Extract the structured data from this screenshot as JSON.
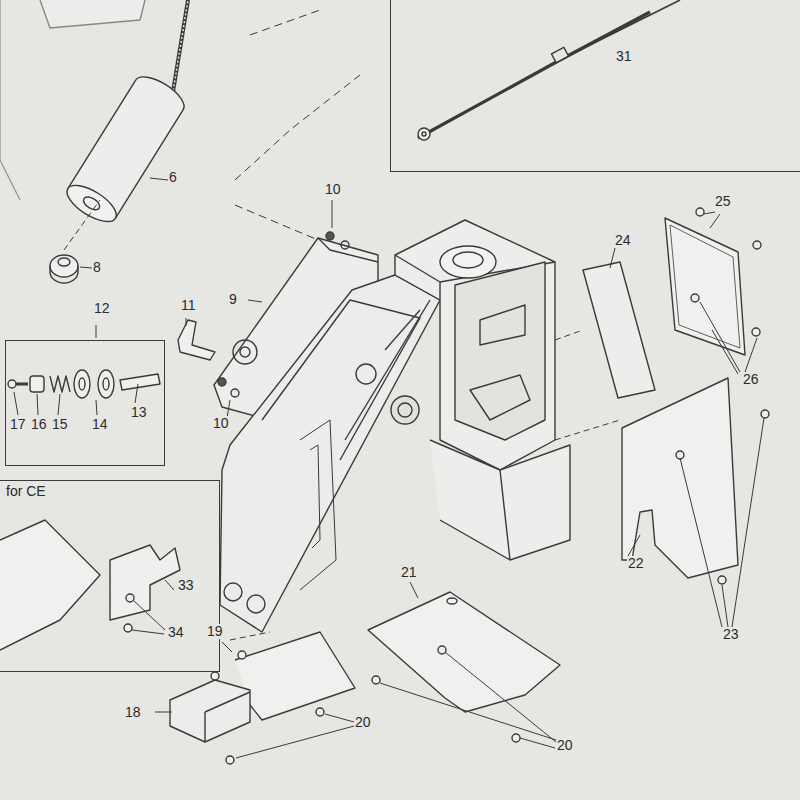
{
  "diagram": {
    "nodes": [
      {
        "text": [
          "31"
        ]
      },
      {
        "text": [
          "12",
          "17",
          "16",
          "15",
          "14",
          "13"
        ]
      },
      {
        "text": [
          "for CE",
          "33",
          "34"
        ]
      }
    ],
    "labels": [
      "6",
      "8",
      "10",
      "9",
      "11",
      "10",
      "24",
      "25",
      "26",
      "22",
      "23",
      "21",
      "20",
      "20",
      "18",
      "19"
    ]
  }
}
